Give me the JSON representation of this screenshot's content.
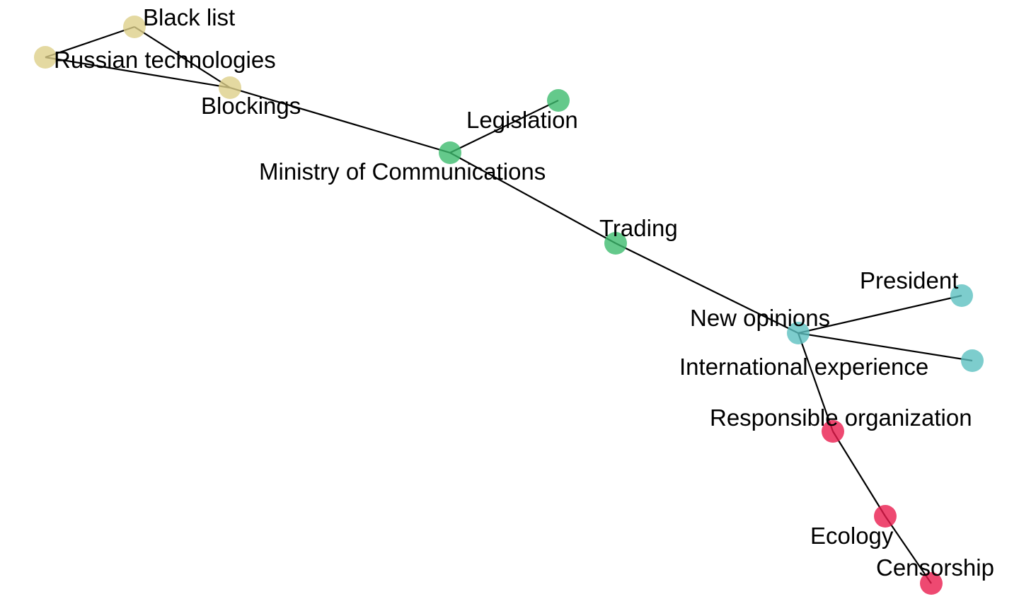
{
  "graph": {
    "nodes": [
      {
        "id": "black-list",
        "label": "Black list",
        "group": "yellow"
      },
      {
        "id": "russian-technologies",
        "label": "Russian technologies",
        "group": "yellow"
      },
      {
        "id": "blockings",
        "label": "Blockings",
        "group": "yellow"
      },
      {
        "id": "legislation",
        "label": "Legislation",
        "group": "green"
      },
      {
        "id": "ministry-of-communications",
        "label": "Ministry of Communications",
        "group": "green"
      },
      {
        "id": "trading",
        "label": "Trading",
        "group": "green"
      },
      {
        "id": "president",
        "label": "President",
        "group": "teal"
      },
      {
        "id": "new-opinions",
        "label": "New opinions",
        "group": "teal"
      },
      {
        "id": "international-experience",
        "label": "International experience",
        "group": "teal"
      },
      {
        "id": "responsible-organization",
        "label": "Responsible organization",
        "group": "red"
      },
      {
        "id": "ecology",
        "label": "Ecology",
        "group": "red"
      },
      {
        "id": "censorship",
        "label": "Censorship",
        "group": "red"
      }
    ],
    "edges": [
      [
        "russian-technologies",
        "black-list"
      ],
      [
        "black-list",
        "blockings"
      ],
      [
        "russian-technologies",
        "blockings"
      ],
      [
        "blockings",
        "ministry-of-communications"
      ],
      [
        "ministry-of-communications",
        "legislation"
      ],
      [
        "ministry-of-communications",
        "trading"
      ],
      [
        "trading",
        "new-opinions"
      ],
      [
        "new-opinions",
        "president"
      ],
      [
        "new-opinions",
        "international-experience"
      ],
      [
        "new-opinions",
        "responsible-organization"
      ],
      [
        "responsible-organization",
        "ecology"
      ],
      [
        "ecology",
        "censorship"
      ]
    ],
    "group_colors": {
      "yellow": "#ddd08a",
      "green": "#3dbb6e",
      "teal": "#5cc1c1",
      "red": "#ea1c4e"
    }
  }
}
